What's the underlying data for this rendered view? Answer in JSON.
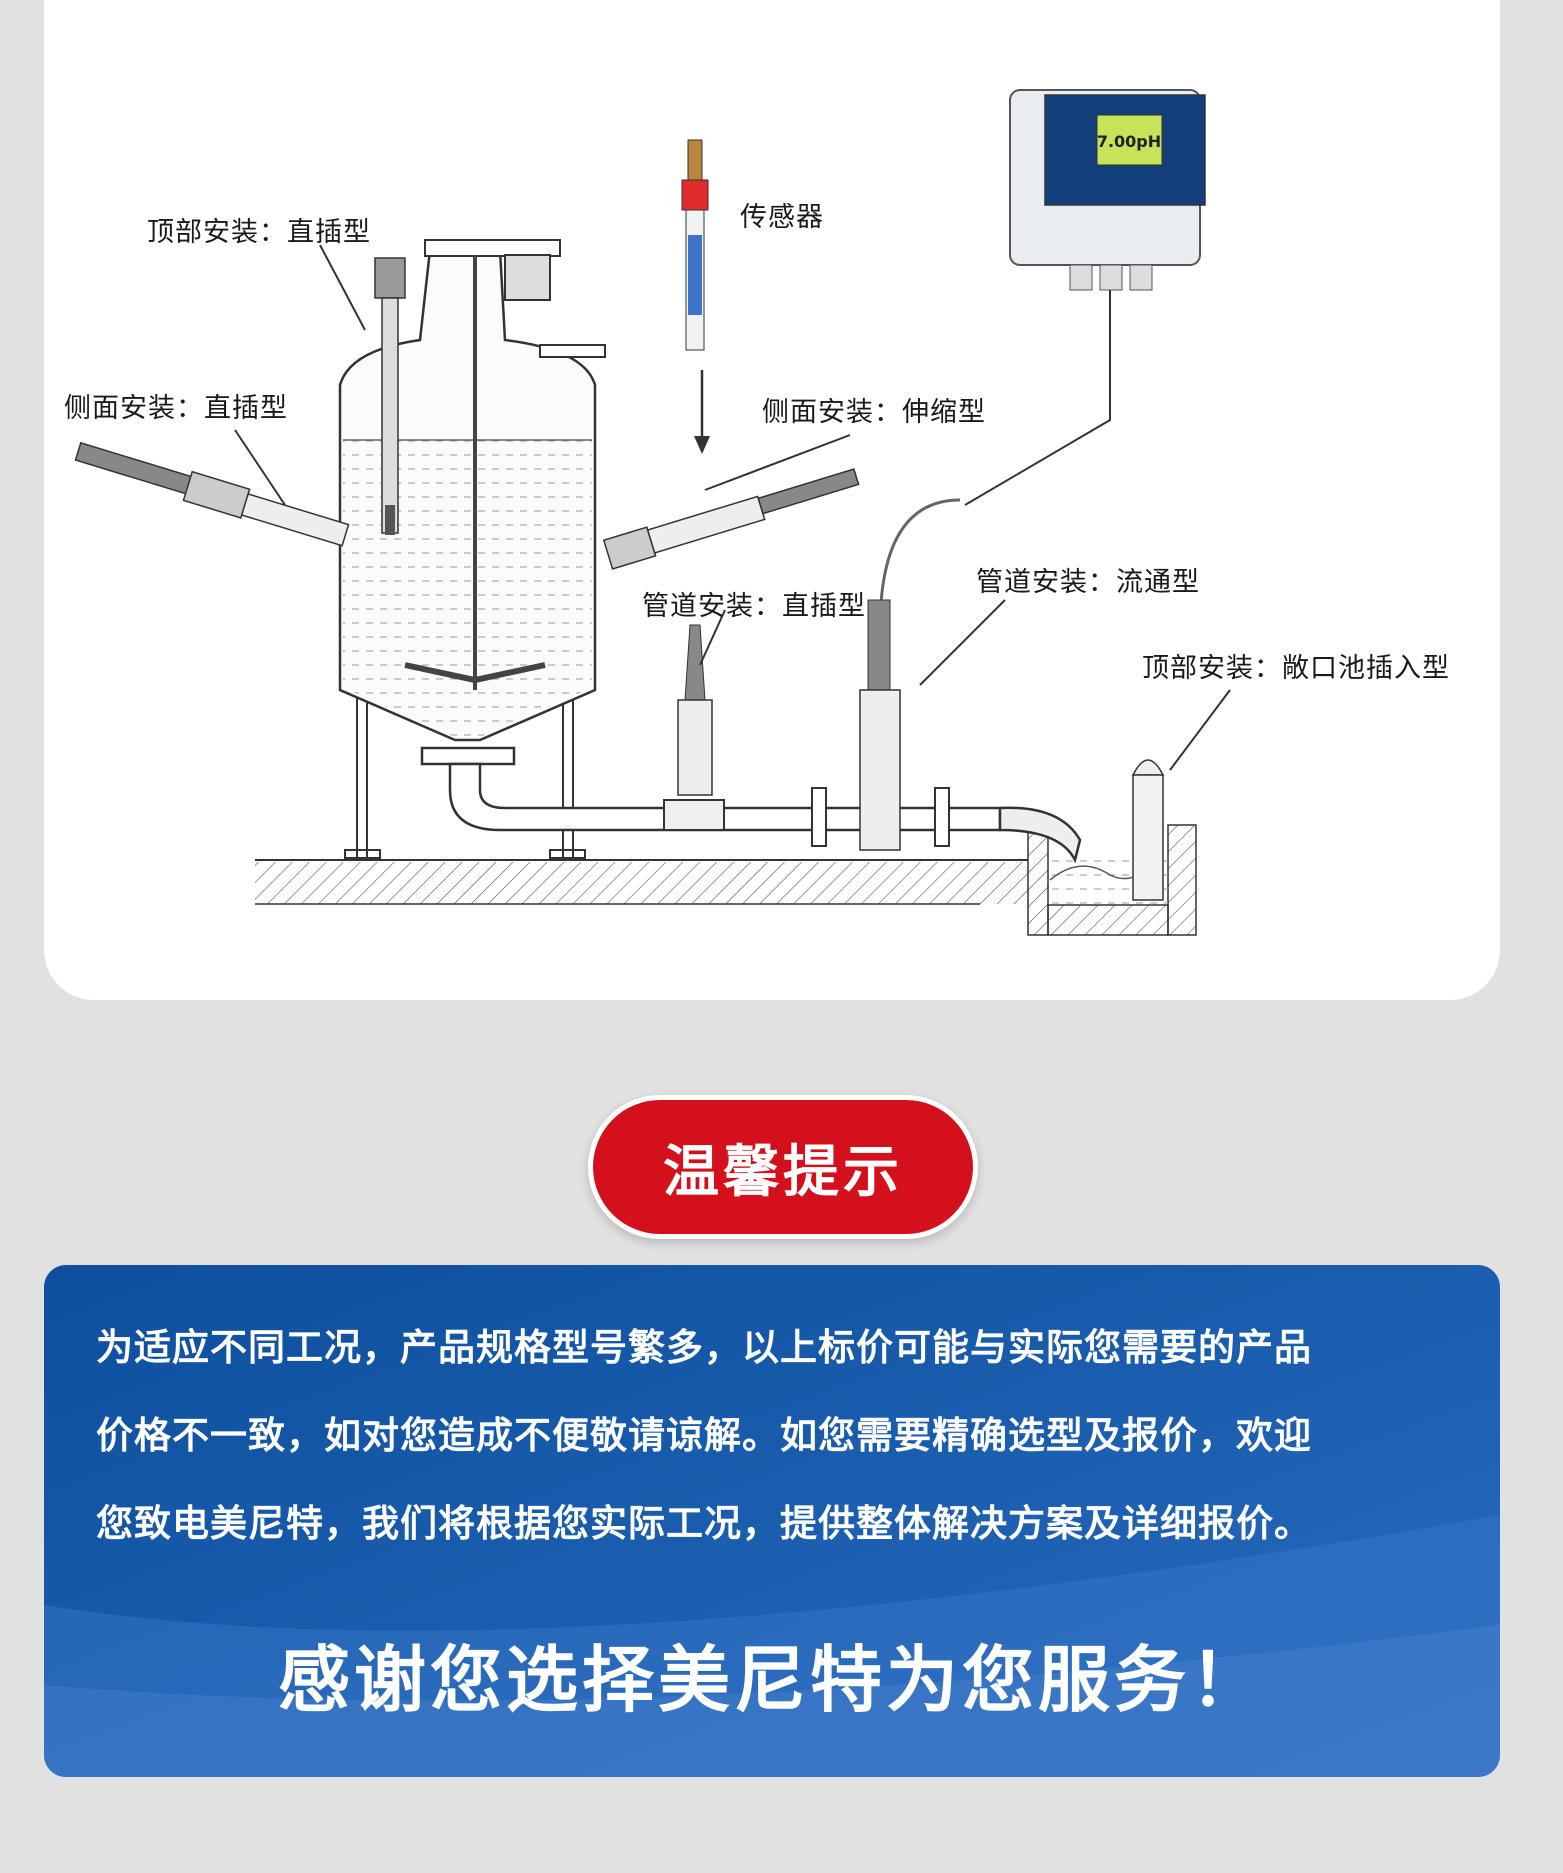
{
  "diagram": {
    "labels": {
      "top_direct": "顶部安装：直插型",
      "side_direct": "侧面安装：直插型",
      "sensor": "传感器",
      "side_retract": "侧面安装：伸缩型",
      "pipe_direct": "管道安装：直插型",
      "pipe_flow": "管道安装：流通型",
      "top_open_pool": "顶部安装：敞口池插入型"
    },
    "controller_display": "7.00pH"
  },
  "tip": {
    "title": "温馨提示",
    "lines": [
      "为适应不同工况，产品规格型号繁多，以上标价可能与实际您需要的产品",
      "价格不一致，如对您造成不便敬请谅解。如您需要精确选型及报价，欢迎",
      "您致电美尼特，我们将根据您实际工况，提供整体解决方案及详细报价。"
    ],
    "thanks": "感谢您选择美尼特为您服务！"
  },
  "colors": {
    "pill_red": "#d3101b",
    "panel_blue": "#1c5fb0",
    "page_gray": "#e1e1e1"
  }
}
